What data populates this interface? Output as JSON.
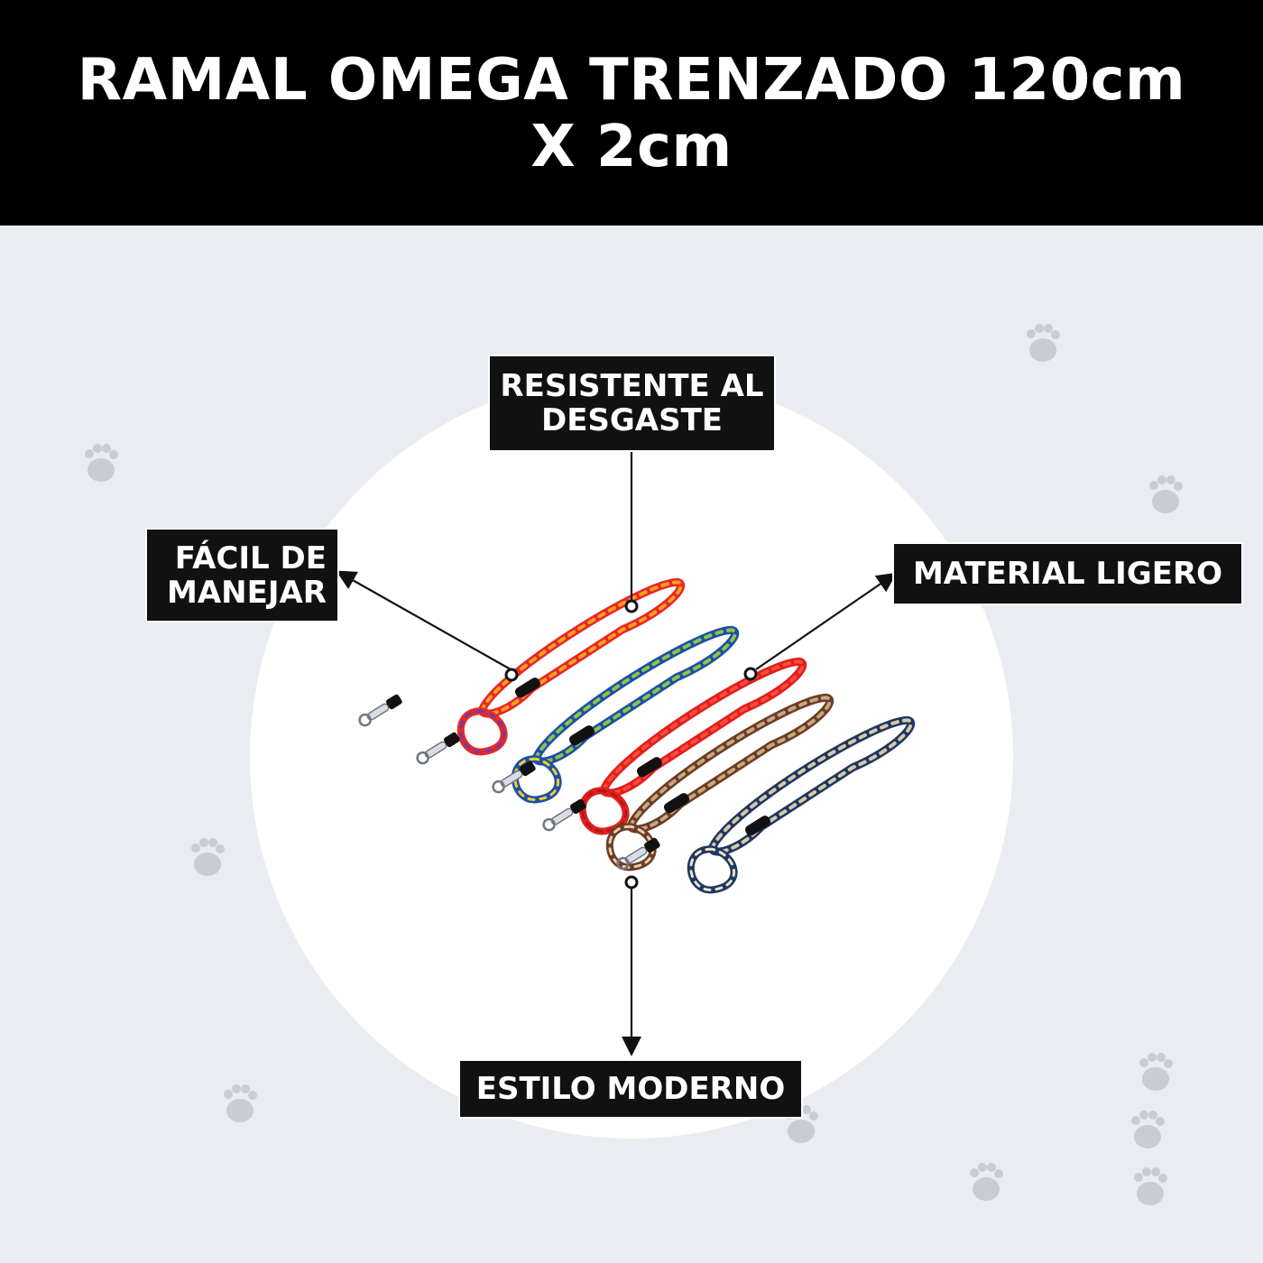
{
  "header": {
    "title_line1": "RAMAL OMEGA TRENZADO 120cm",
    "title_line2": "X 2cm",
    "background": "#000000",
    "text_color": "#ffffff"
  },
  "background_color": "#e9ecf1",
  "paw_color": "#c9ccd3",
  "callouts": {
    "resistente": {
      "line1": "RESISTENTE AL",
      "line2": "DESGASTE"
    },
    "facil": {
      "line1": "FÁCIL DE",
      "line2": "MANEJAR"
    },
    "material": {
      "line1": "MATERIAL LIGERO"
    },
    "estilo": {
      "line1": "ESTILO MODERNO"
    }
  },
  "product": {
    "leash_colors": [
      {
        "name": "rojo-multicolor",
        "base": "#e8272a",
        "accent": "#f6a21a",
        "accent2": "#6a3ea1"
      },
      {
        "name": "azul-verde",
        "base": "#1d4fa8",
        "accent": "#8dc63f",
        "accent2": "#f2d024"
      },
      {
        "name": "rojo",
        "base": "#e01f1f",
        "accent": "#ff4b3a",
        "accent2": "#b51616"
      },
      {
        "name": "cafe-beige",
        "base": "#6b3e25",
        "accent": "#c8a882",
        "accent2": "#e6cfae"
      },
      {
        "name": "azul-beige",
        "base": "#1f3760",
        "accent": "#d9c7a6",
        "accent2": "#efe2c8"
      }
    ]
  }
}
